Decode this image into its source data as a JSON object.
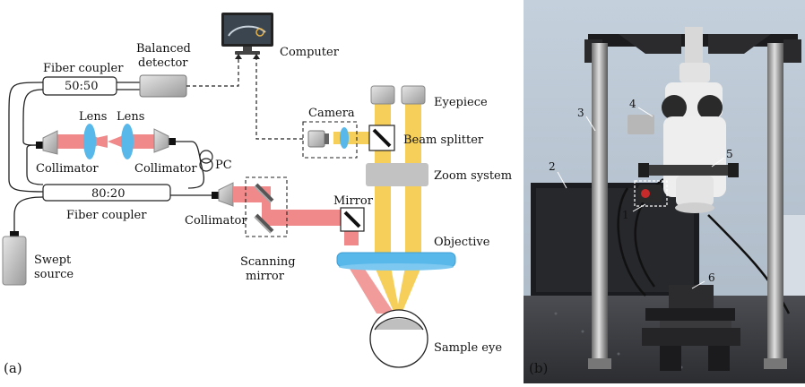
{
  "diagram": {
    "fiber_coupler_top": "Fiber coupler",
    "ratio_top": "50:50",
    "balanced_detector_line1": "Balanced",
    "balanced_detector_line2": "detector",
    "computer": "Computer",
    "lens_left": "Lens",
    "lens_right": "Lens",
    "collimator_left": "Collimator",
    "collimator_right": "Collimator",
    "pc": "PC",
    "ratio_bottom": "80:20",
    "fiber_coupler_bottom": "Fiber coupler",
    "collimator_sample": "Collimator",
    "swept_line1": "Swept",
    "swept_line2": "source",
    "scanning_line1": "Scanning",
    "scanning_line2": "mirror",
    "camera": "Camera",
    "mirror": "Mirror",
    "eyepiece": "Eyepiece",
    "beam_splitter": "Beam splitter",
    "zoom_system": "Zoom system",
    "objective": "Objective",
    "sample_eye": "Sample eye",
    "panel_a": "(a)"
  },
  "photo": {
    "panel_b": "(b)",
    "callouts": [
      "1",
      "2",
      "3",
      "4",
      "5",
      "6"
    ]
  },
  "colors": {
    "beam_red": "#f08a8a",
    "beam_yellow": "#f5cf5a",
    "lens_blue": "#58b8ea",
    "gray_part": "#b8b8b8",
    "photo_wall": "#b9c6d3"
  }
}
